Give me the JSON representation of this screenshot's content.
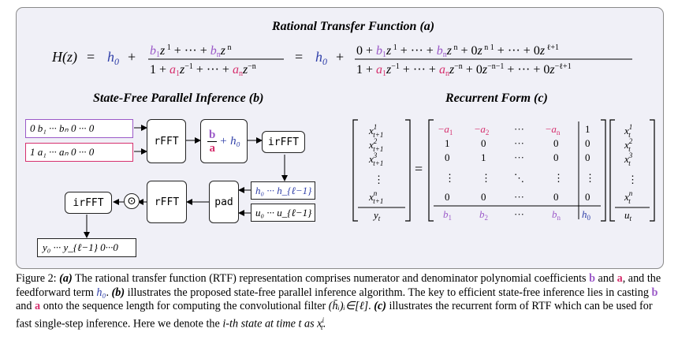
{
  "titles": {
    "rtf": "Rational Transfer Function (a)",
    "parallel": "State-Free Parallel Inference (b)",
    "recurrent": "Recurrent Form (c)"
  },
  "colors": {
    "h0": "#2f3fa8",
    "b": "#9b59c8",
    "a": "#d6306e",
    "panel": "#f0f0f7"
  },
  "flow": {
    "input_b": "0 b₁ ··· bₙ 0 ··· 0",
    "input_a": "1 a₁ ··· aₙ 0 ··· 0",
    "rfft_top": "rFFT",
    "ratio_num": "b",
    "ratio_den": "a",
    "ratio_plus": "+ h₀",
    "irfft_top": "irFFT",
    "h_seq": "h₀ ··· h_{ℓ−1}",
    "u_seq": "u₀ ··· u_{ℓ−1}",
    "pad": "pad",
    "rfft_bottom": "rFFT",
    "odot": "⊙",
    "irfft_bottom": "irFFT",
    "output": "y₀ ··· y_{ℓ−1} 0···0"
  },
  "caption": {
    "fig": "Figure 2:",
    "a_label": "(a)",
    "a_text": "The rational transfer function (RTF) representation comprises numerator and denominator polynomial coefficients",
    "b_sym": "b",
    "and1": "and",
    "a_sym": "a",
    "line2": "and the feedforward term",
    "h0": "h₀",
    "b_label": "(b)",
    "b_text": "illustrates the proposed state-free parallel inference algorithm. The key to efficient state-free inference lies in casting",
    "b2": "b",
    "and2": "and",
    "a2": "a",
    "onto": "onto the sequence length for computing the convolutional filter",
    "filter": "(h̄ᵢ)ᵢ∈[ℓ]",
    "c_label": "(c)",
    "c_text": "illustrates the recurrent form of RTF which can be used for fast single-step inference. Here we denote the",
    "ith": "i-th state at time t as x",
    "end": "."
  }
}
